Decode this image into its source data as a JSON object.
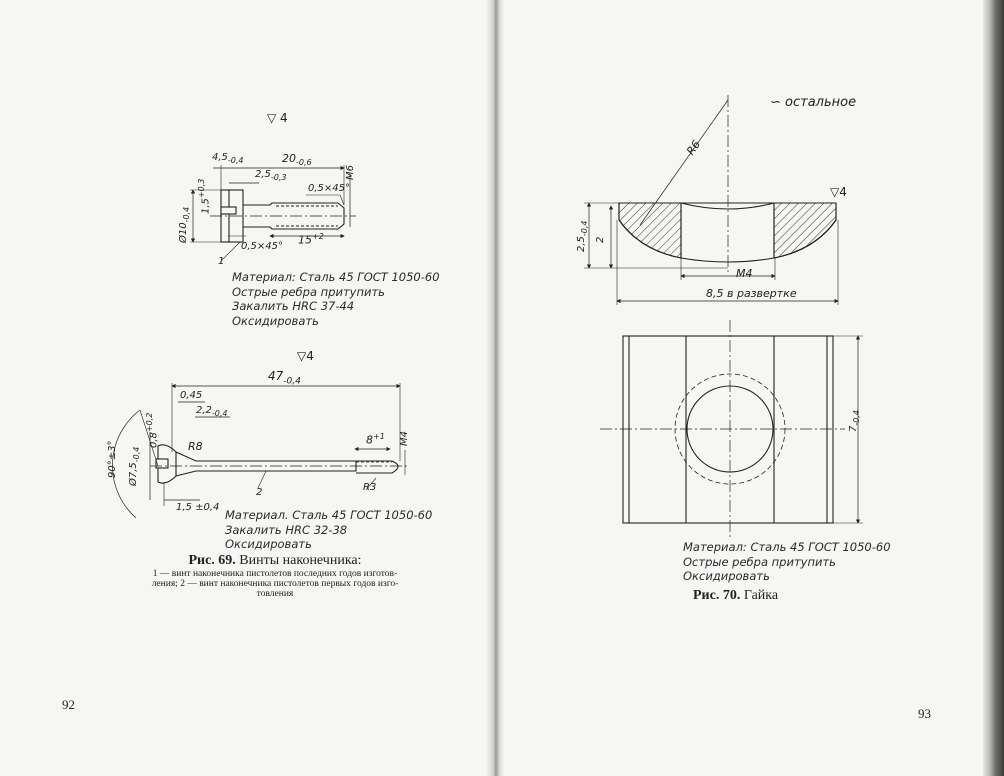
{
  "left_page": {
    "number": "92",
    "fig1": {
      "finish": "▽ 4",
      "dims": {
        "a": "4,5",
        "a_tol": "-0,4",
        "b": "20",
        "b_tol": "-0,6",
        "c": "2,5",
        "c_tol": "-0,3",
        "chamfer1": "0,5×45°",
        "thread": "М6",
        "d1": "1,5",
        "d1_tol": "+0,3",
        "dia": "Ø10",
        "dia_tol": "-0,4",
        "len": "15",
        "len_tol": "+2",
        "chamfer2": "0,5×45°",
        "leader": "1"
      },
      "material": [
        "Материал: Сталь 45 ГОСТ 1050-60",
        "Острые ребра притупить",
        "Закалить HRC 37-44",
        "Оксидировать"
      ]
    },
    "fig2": {
      "finish": "▽4",
      "dims": {
        "total": "47",
        "total_tol": "-0,4",
        "d045": "0,45",
        "d22": "2,2",
        "d22_tol": "-0,4",
        "r8": "R8",
        "d08": "0,8",
        "d08_tol": "+0,2",
        "angle": "90°±3°",
        "dia": "Ø7,5",
        "dia_tol": "-0,4",
        "d8": "8",
        "d8_tol": "+1",
        "thread": "М4",
        "r3": "R3",
        "leader": "2",
        "d15": "1,5 ±0,4"
      },
      "material": [
        "Материал. Сталь 45 ГОСТ 1050-60",
        "Закалить HRC 32-38",
        "Оксидировать"
      ]
    },
    "caption": {
      "prefix": "Рис. 69.",
      "title": "Винты наконечника:",
      "sub": [
        "1 — винт наконечника пистолетов последних годов изготов-",
        "ления; 2 — винт наконечника пистолетов первых годов изго-",
        "товления"
      ]
    }
  },
  "right_page": {
    "number": "93",
    "finish_rest": "остальное",
    "fig": {
      "r6": "R6",
      "finish": "▽4",
      "d25": "2,5",
      "d25_tol": "-0,4",
      "d2": "2",
      "thread": "М4",
      "d85": "8,5 в развертке",
      "d7": "7",
      "d7_tol": "-0,4"
    },
    "material": [
      "Материал: Сталь 45 ГОСТ 1050-60",
      "Острые ребра притупить",
      "Оксидировать"
    ],
    "caption": {
      "prefix": "Рис. 70.",
      "title": "Гайка"
    }
  },
  "colors": {
    "paper": "#f6f6f4",
    "ink": "#222222",
    "hatch": "#333333"
  }
}
